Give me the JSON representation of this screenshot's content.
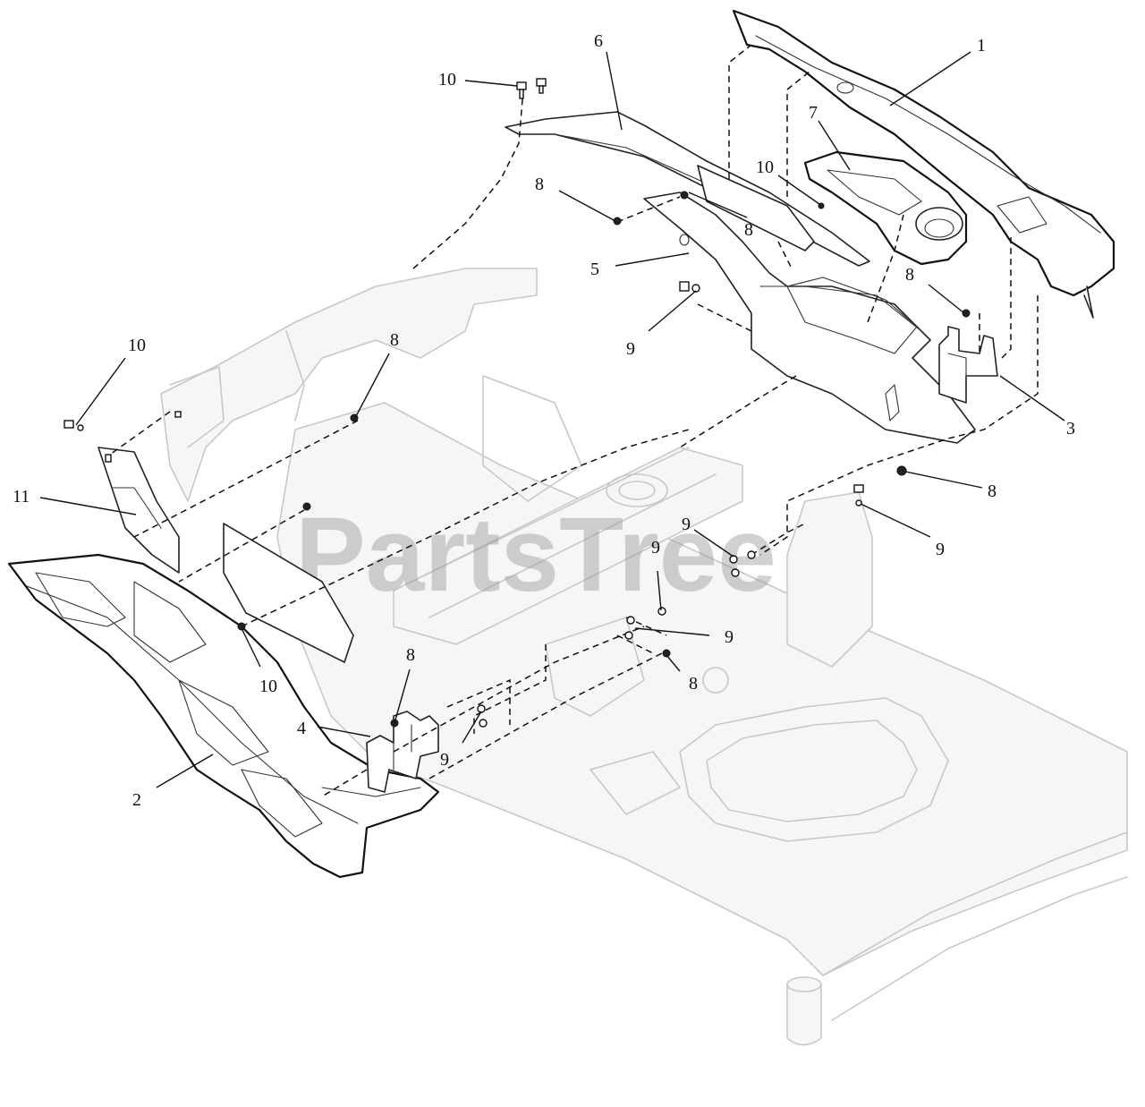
{
  "watermark": "PartsTree",
  "callouts": [
    {
      "id": "c1",
      "text": "1"
    },
    {
      "id": "c2",
      "text": "2"
    },
    {
      "id": "c3",
      "text": "3"
    },
    {
      "id": "c4",
      "text": "4"
    },
    {
      "id": "c5",
      "text": "5"
    },
    {
      "id": "c6",
      "text": "6"
    },
    {
      "id": "c7",
      "text": "7"
    },
    {
      "id": "c8a",
      "text": "8"
    },
    {
      "id": "c8b",
      "text": "8"
    },
    {
      "id": "c8c",
      "text": "8"
    },
    {
      "id": "c8d",
      "text": "8"
    },
    {
      "id": "c8e",
      "text": "8"
    },
    {
      "id": "c8f",
      "text": "8"
    },
    {
      "id": "c8g",
      "text": "8"
    },
    {
      "id": "c9a",
      "text": "9"
    },
    {
      "id": "c9b",
      "text": "9"
    },
    {
      "id": "c9c",
      "text": "9"
    },
    {
      "id": "c9d",
      "text": "9"
    },
    {
      "id": "c9e",
      "text": "9"
    },
    {
      "id": "c9f",
      "text": "9"
    },
    {
      "id": "c10a",
      "text": "10"
    },
    {
      "id": "c10b",
      "text": "10"
    },
    {
      "id": "c10c",
      "text": "10"
    },
    {
      "id": "c10d",
      "text": "10"
    },
    {
      "id": "c11",
      "text": "11"
    }
  ]
}
